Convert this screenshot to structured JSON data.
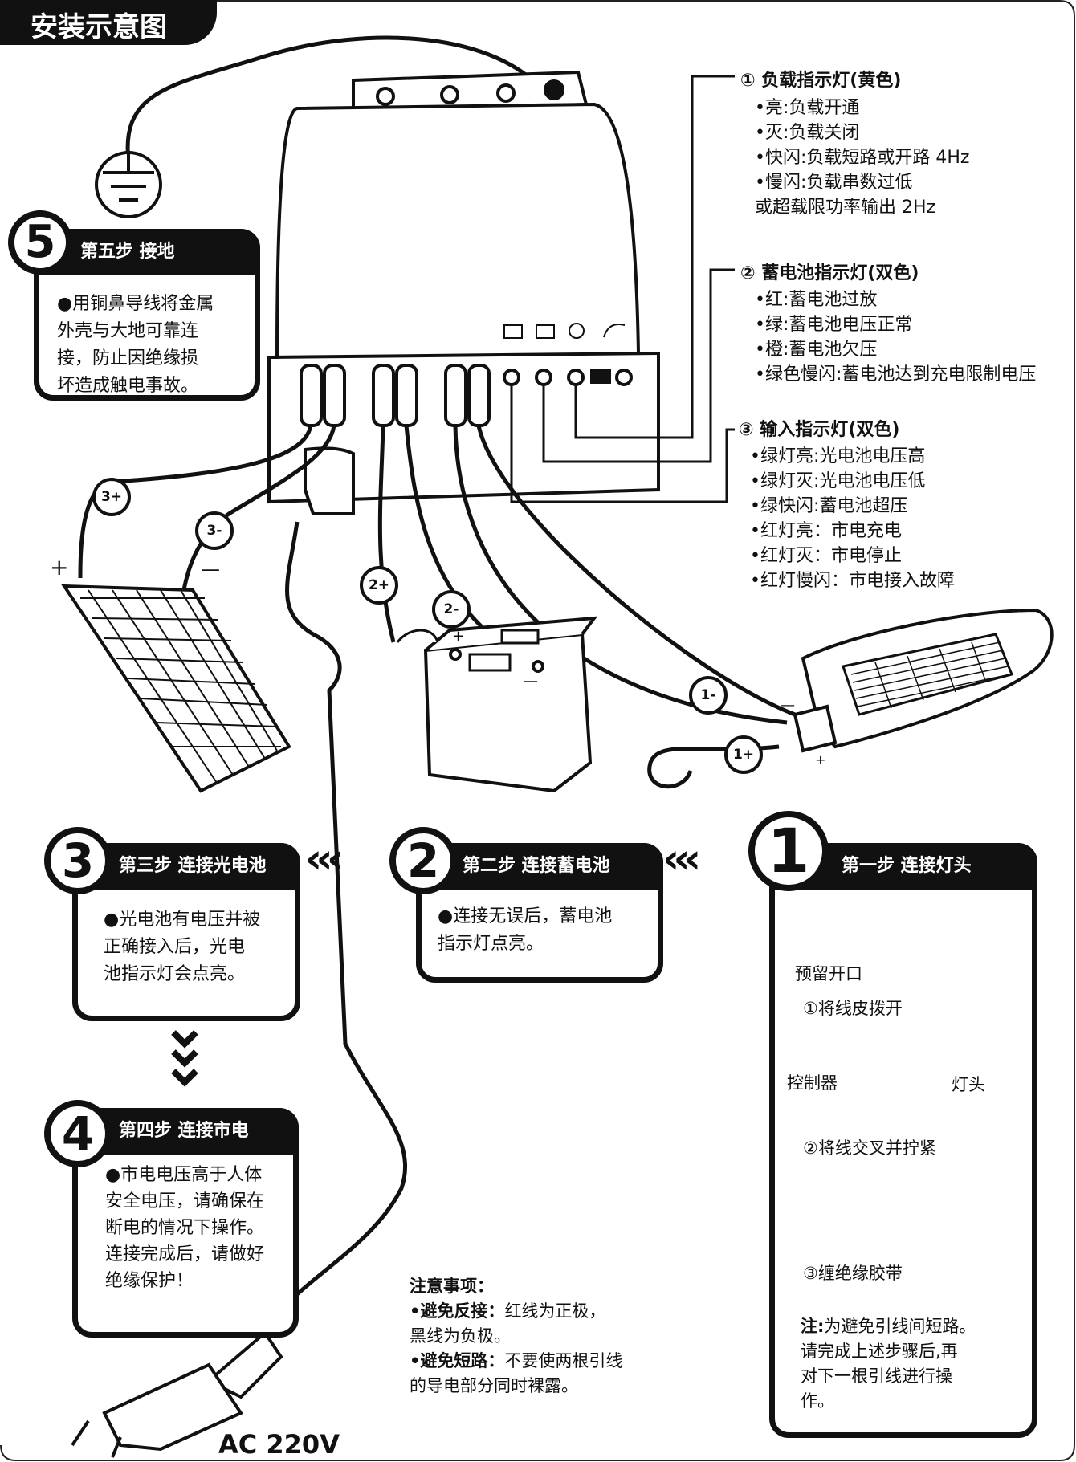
{
  "title": "安装示意图",
  "indicator1": {
    "title": "① 负载指示灯(黄色)",
    "lines": "•亮:负载开通\n•灭:负载关闭\n•快闪:负载短路或开路 4Hz\n•慢闪:负载串数过低\n  或超载限功率输出 2Hz"
  },
  "indicator2": {
    "title": "② 蓄电池指示灯(双色)",
    "lines": "•红:蓄电池过放\n•绿:蓄电池电压正常\n•橙:蓄电池欠压\n•绿色慢闪:蓄电池达到充电限制电压"
  },
  "indicator3": {
    "title": "③ 输入指示灯(双色)",
    "lines": "•绿灯亮:光电池电压高\n•绿灯灭:光电池电压低\n•绿快闪:蓄电池超压\n•红灯亮：市电充电\n•红灯灭：市电停止\n•红灯慢闪：市电接入故障"
  },
  "step5": {
    "num": "5",
    "title": "第五步 接地",
    "body": "●用铜鼻导线将金属\n外壳与大地可靠连\n接，防止因绝缘损\n坏造成触电事故。"
  },
  "step3": {
    "num": "3",
    "title": "第三步 连接光电池",
    "body": "●光电池有电压并被\n正确接入后，光电\n池指示灯会点亮。"
  },
  "step2": {
    "num": "2",
    "title": "第二步 连接蓄电池",
    "body": "●连接无误后，蓄电池\n指示灯点亮。"
  },
  "step1": {
    "num": "1",
    "title": "第一步 连接灯头",
    "sub1_label": "预留开口",
    "sub1": "①将线皮拨开",
    "ctrl": "控制器",
    "lamp": "灯头",
    "sub2": "②将线交叉并拧紧",
    "sub3": "③缠绝缘胶带",
    "note_bold": "注:",
    "note": "为避免引线间短路。\n请完成上述步骤后,再\n对下一根引线进行操\n作。"
  },
  "step4": {
    "num": "4",
    "title": "第四步 连接市电",
    "body": "●市电电压高于人体\n安全电压，请确保在\n断电的情况下操作。\n连接完成后，请做好\n绝缘保护！"
  },
  "notes": {
    "title": "注意事项：",
    "l1_bold": "•避免反接：",
    "l1": "红线为正极，\n黑线为负极。",
    "l2_bold": "•避免短路：",
    "l2": "不要使两根引线\n的导电部分同时裸露。"
  },
  "plug_label": "AC 220V",
  "tags": {
    "t3p": "3+",
    "t3m": "3-",
    "t2p": "2+",
    "t2m": "2-",
    "t1m": "1-",
    "t1p": "1+"
  },
  "signs": {
    "panel_plus": "+",
    "panel_minus": "—",
    "lamp_minus": "—",
    "lamp_plus": "+",
    "batt_plus": "+",
    "batt_minus": "—"
  },
  "chevrons": {
    "left": "‹‹‹",
    "down": "⌄"
  }
}
